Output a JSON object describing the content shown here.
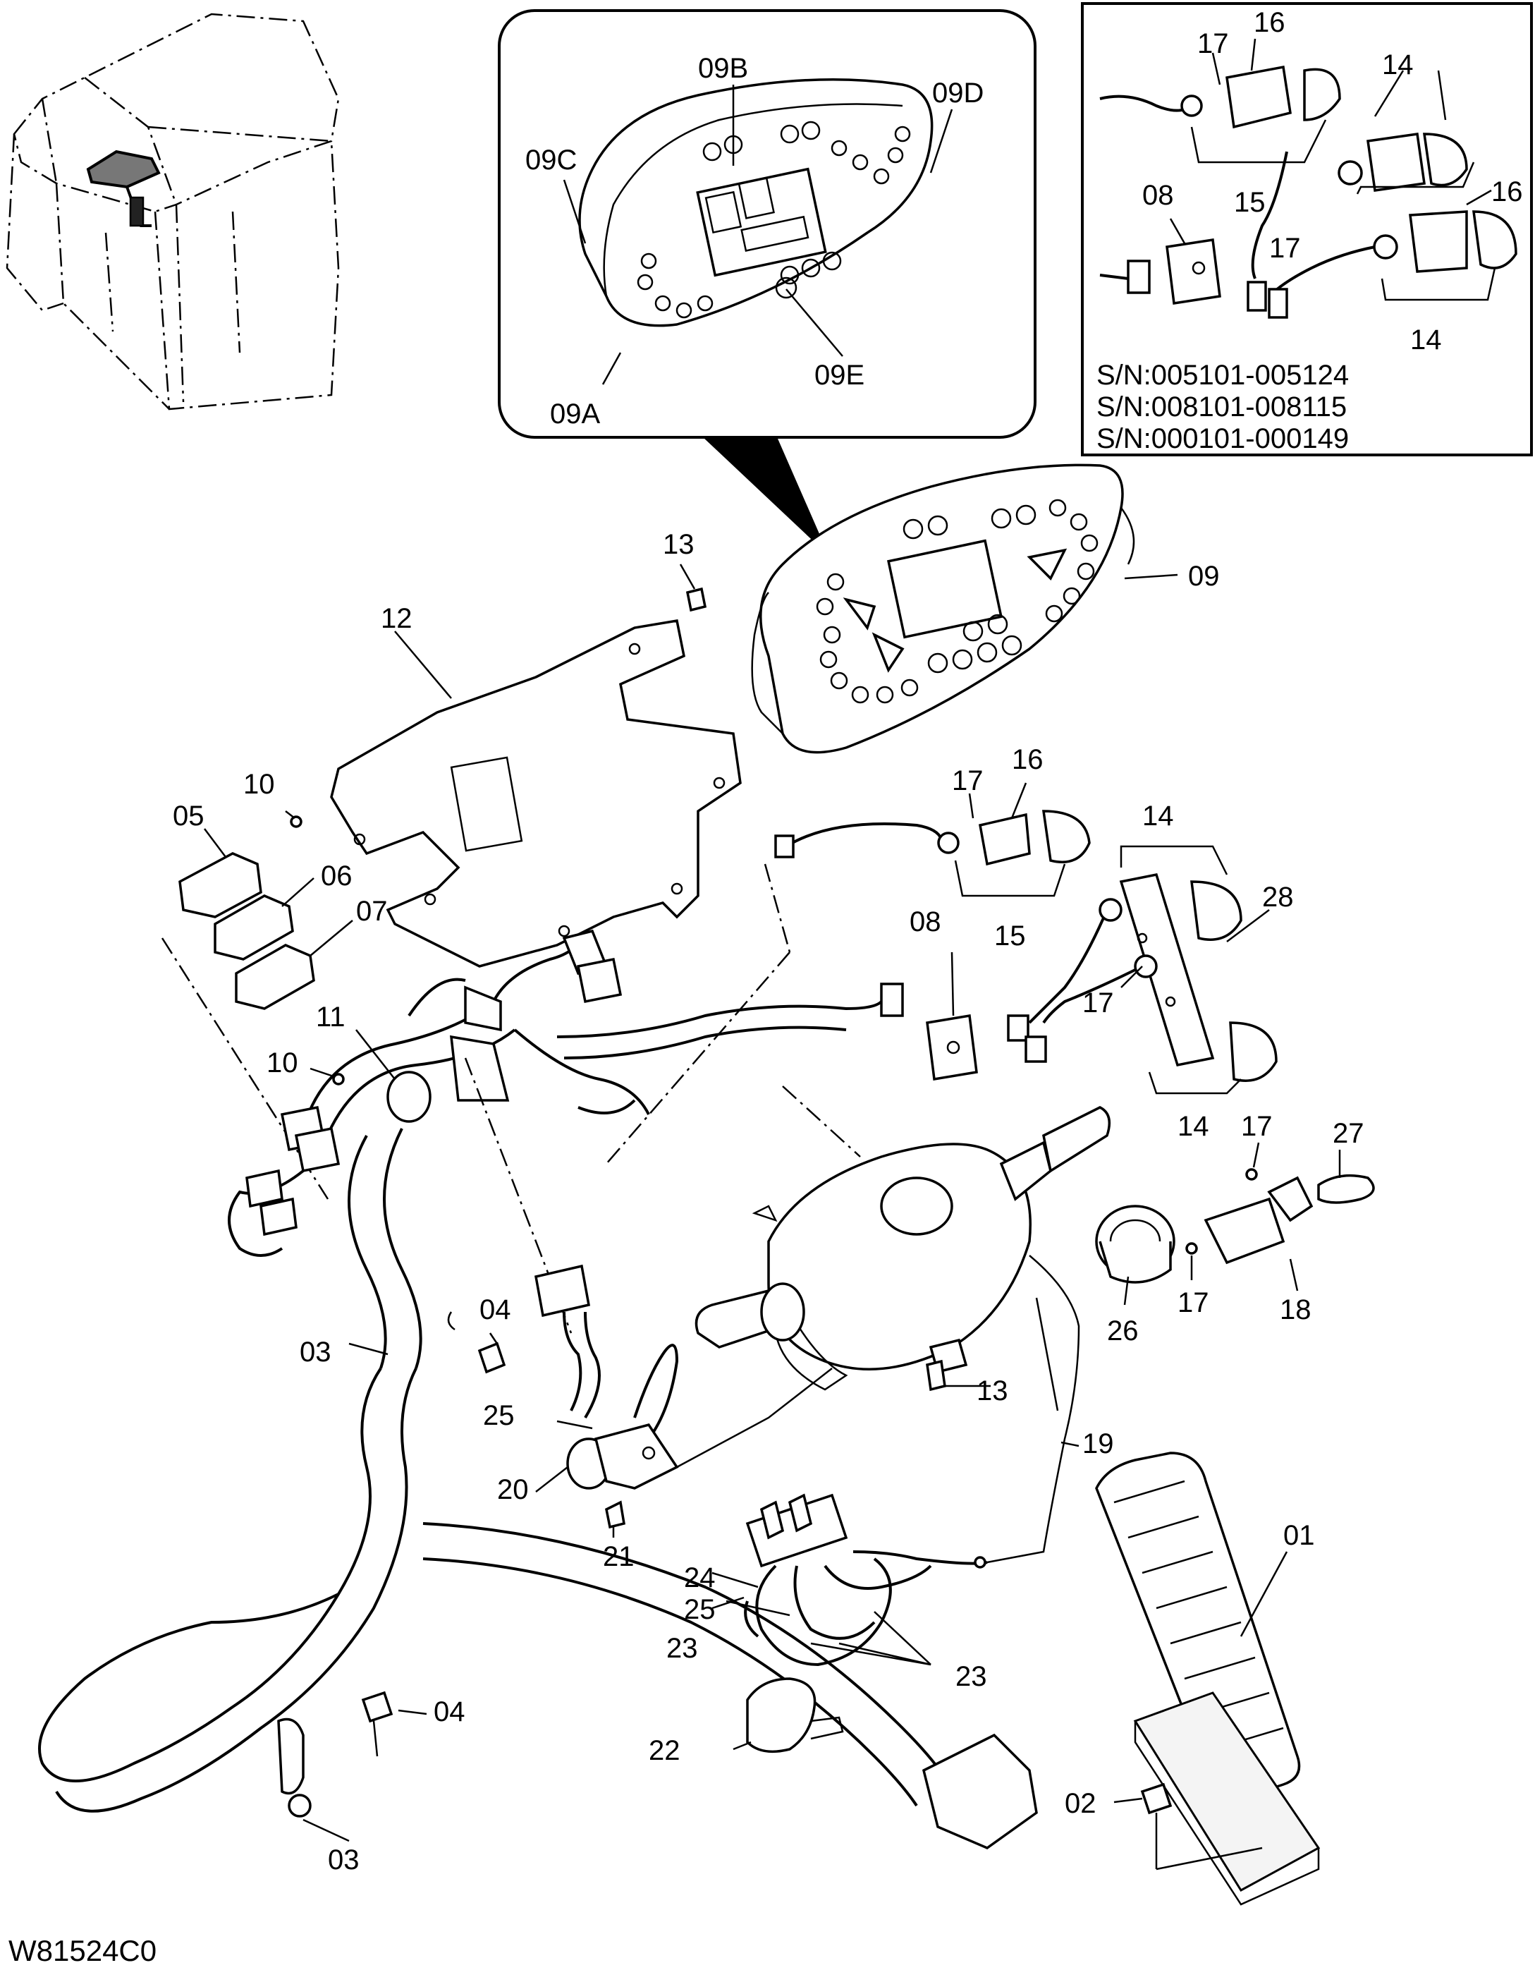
{
  "drawing_code": "W81524C0",
  "serial_numbers": [
    "S/N:005101-005124",
    "S/N:008101-008115",
    "S/N:000101-000149"
  ],
  "callouts": {
    "c09A": "09A",
    "c09B": "09B",
    "c09C": "09C",
    "c09D": "09D",
    "c09E": "09E",
    "c09": "09",
    "c13a": "13",
    "c12": "12",
    "c10a": "10",
    "c05": "05",
    "c06": "06",
    "c07": "07",
    "c11": "11",
    "c10b": "10",
    "c08": "08",
    "c17a": "17",
    "c16": "16",
    "c15": "15",
    "c14a": "14",
    "c28": "28",
    "c17b": "17",
    "c14b": "14",
    "c17c": "17",
    "c27": "27",
    "c18": "18",
    "c26": "26",
    "c17d": "17",
    "c04a": "04",
    "c03a": "03",
    "c25a": "25",
    "c13b": "13",
    "c20": "20",
    "c21": "21",
    "c19": "19",
    "c24": "24",
    "c25b": "25",
    "c23a": "23",
    "c23b": "23",
    "c01": "01",
    "c22": "22",
    "c04b": "04",
    "c03b": "03",
    "c02": "02",
    "i17a": "17",
    "i16": "16",
    "i14a": "14",
    "i08": "08",
    "i16b": "16",
    "i17b": "17",
    "i15": "15",
    "i14b": "14"
  }
}
